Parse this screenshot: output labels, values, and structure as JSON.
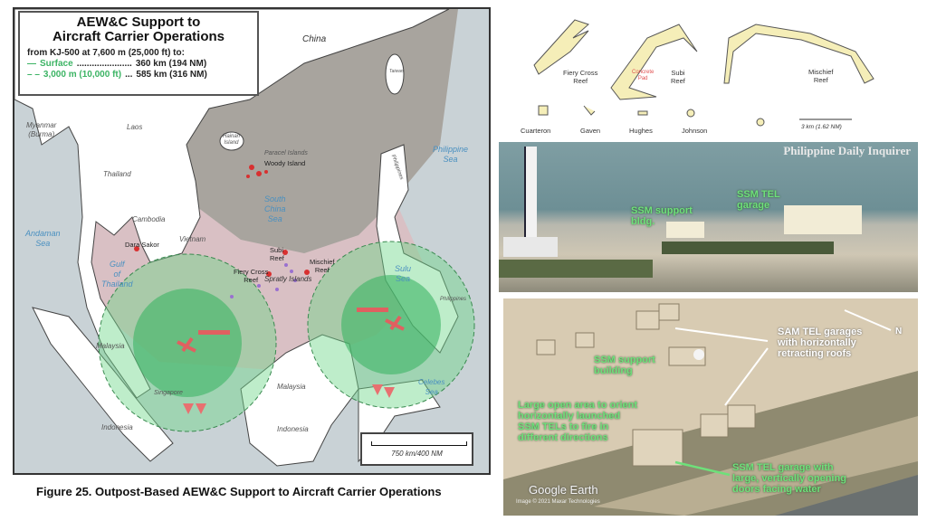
{
  "legend": {
    "title_line1": "AEW&C Support to",
    "title_line2": "Aircraft Carrier Operations",
    "subtitle": "from KJ-500 at 7,600 m (25,000 ft) to:",
    "rows": [
      {
        "label": "Surface",
        "dots": "......................",
        "value": "360 km (194 NM)"
      },
      {
        "label": "3,000 m (10,000 ft)",
        "dots": "...",
        "value": "585 km (316 NM)"
      }
    ]
  },
  "map_labels": {
    "china": "China",
    "taiwan": "Taiwan",
    "myanmar": "Myanmar",
    "burma": "(Burma)",
    "laos": "Laos",
    "thailand": "Thailand",
    "cambodia": "Cambodia",
    "vietnam": "Vietnam",
    "hainan": "Hainan",
    "hainan2": "Island",
    "paracel": "Paracel Islands",
    "woody": "Woody Island",
    "scs1": "South",
    "scs2": "China",
    "scs3": "Sea",
    "philippine_sea1": "Philippine",
    "philippine_sea2": "Sea",
    "philippines": "Philippines",
    "philippines2": "Philippines",
    "andaman1": "Andaman",
    "andaman2": "Sea",
    "dara": "Dara Sakor",
    "gulf1": "Gulf",
    "gulf2": "of",
    "gulf3": "Thailand",
    "subi1": "Subi",
    "subi2": "Reef",
    "fiery1": "Fiery Cross",
    "fiery2": "Reef",
    "mischief1": "Mischief",
    "mischief2": "Reef",
    "spratly": "Spratly Islands",
    "sulu1": "Sulu",
    "sulu2": "Sea",
    "malaysia_w": "Malaysia",
    "malaysia_e": "Malaysia",
    "singapore": "Singapore",
    "indonesia_w": "Indonesia",
    "indonesia_e": "Indonesia",
    "celebes1": "Celebes",
    "celebes2": "Sea"
  },
  "scale_bar": "750 km/400 NM",
  "caption": "Figure 25. Outpost-Based AEW&C Support to Aircraft Carrier Operations",
  "reefs": {
    "fiery": [
      "Fiery Cross",
      "Reef"
    ],
    "subi": [
      "Subi",
      "Reef"
    ],
    "mischief": [
      "Mischief",
      "Reef"
    ],
    "concrete": [
      "Concrete",
      "Pad"
    ],
    "small": [
      "Cuarteron",
      "Gaven",
      "Hughes",
      "Johnson"
    ],
    "scale": "3 km (1.62 NM)"
  },
  "photo1": {
    "credit": "Philippine Daily Inquirer",
    "label_support": [
      "SSM support",
      "bldg."
    ],
    "label_garage": [
      "SSM TEL",
      "garage"
    ]
  },
  "photo2": {
    "sam": [
      "SAM TEL garages",
      "with horizontally",
      "retracting roofs"
    ],
    "north": "N",
    "support": [
      "SSM support",
      "building"
    ],
    "open_area": [
      "Large open area to orient",
      "horizontally launched",
      "SSM TELs to fire in",
      "different directions"
    ],
    "tel_garage": [
      "SSM TEL garage with",
      "large, vertically opening",
      "doors facing water"
    ],
    "ge": "Google Earth",
    "ge_credit": "Image © 2021 Maxar Technologies"
  },
  "colors": {
    "surface_ring": "#5cc878",
    "outer_ring": "#9ee0a8",
    "claim": "#d9c0c4",
    "china_zone": "#a8a49e",
    "sea": "#c9d2d6",
    "marker": "#e04040"
  }
}
